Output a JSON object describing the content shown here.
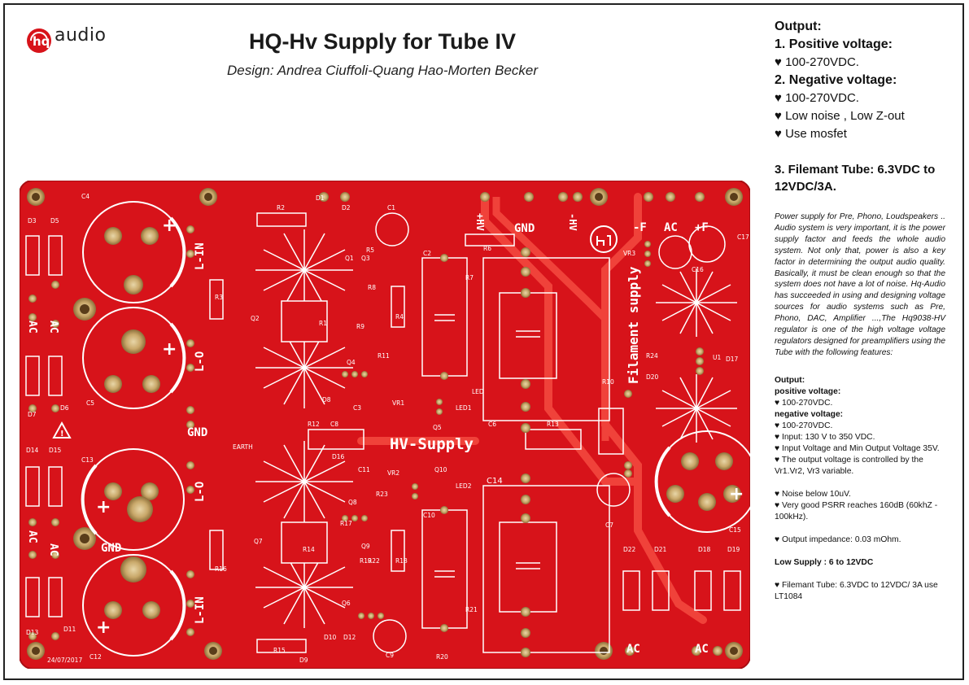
{
  "header": {
    "logo_text": "audio",
    "logo_mark": "hq",
    "title": "HQ-Hv Supply for Tube IV",
    "subtitle": "Design: Andrea Ciuffoli-Quang Hao-Morten Becker"
  },
  "sidebar": {
    "output_heading": "Output:",
    "pos_heading": "1. Positive voltage:",
    "pos_value": "♥  100-270VDC.",
    "neg_heading": "2. Negative voltage:",
    "neg_value": "♥  100-270VDC.",
    "noise": "♥   Low noise , Low Z-out",
    "mosfet": "♥   Use mosfet",
    "filament": "3. Filemant Tube: 6.3VDC to 12VDC/3A.",
    "description": "Power supply for Pre, Phono, Loudspeakers .. Audio system is very important, it is the power supply factor and feeds the whole audio system. Not only that, power is also a key factor in determining the output audio quality. Basically, it must be clean enough so that the system does not have a lot of noise. Hq-Audio has succeeded in using and designing voltage sources for audio systems such as Pre, Phono, DAC, Amplifier ...,The Hq9038-HV regulator is one of the high voltage voltage regulators designed for preamplifiers using the Tube with the following features:",
    "spec_output": "Output:",
    "spec_pos": "positive voltage:",
    "spec_pos_val": "♥  100-270VDC.",
    "spec_neg": "negative voltage:",
    "spec_neg_val": "♥  100-270VDC.",
    "spec_input": "♥  Input: 130 V to 350 VDC.",
    "spec_min": "♥  Input Voltage and Min Output Voltage 35V.",
    "spec_ctrl": "♥  The output voltage is controlled by the Vr1.Vr2, Vr3 variable.",
    "spec_noise": "♥  Noise below 10uV.",
    "spec_psrr": "♥  Very good PSRR reaches 160dB (60khZ - 100kHz).",
    "spec_imp": "♥  Output impedance: 0.03 mOhm.",
    "low_supply": "Low Supply : 6 to 12VDC",
    "spec_fil": "♥  Filemant Tube: 6.3VDC to 12VDC/ 3A use LT1084"
  },
  "board": {
    "silk_color": "#ffffff",
    "pcb_color": "#d7131a",
    "pad_color": "#c9a86a",
    "labels": {
      "hv_supply": "HV-Supply",
      "filament_supply": "Filament supply",
      "gnd_top": "GND",
      "gnd_left": "GND",
      "gnd_mid": "GND",
      "earth": "EARTH",
      "ac_l1": "AC",
      "ac_l2": "AC",
      "ac_l3": "AC",
      "ac_l4": "AC",
      "ac_top": "AC",
      "ac_b1": "AC",
      "ac_b2": "AC",
      "l_in_top": "L-IN",
      "l_o_top": "L-O",
      "l_o_bot": "L-O",
      "l_in_bot": "L-IN",
      "plus_hv": "+HV",
      "minus_hv": "-HV",
      "minus_f": "-F",
      "plus_f": "+F",
      "date": "24/07/2017",
      "c4": "C4",
      "c5": "C5",
      "c13": "C13",
      "c12": "C12",
      "c1": "C1",
      "c2": "C2",
      "c3": "C3",
      "c6": "C6",
      "c7": "C7",
      "c8": "C8",
      "c9": "C9",
      "c10": "C10",
      "c11": "C11",
      "c14": "C14",
      "c15": "C15",
      "c16": "C16",
      "c17": "C17",
      "r1": "R1",
      "r2": "R2",
      "r3": "R3",
      "r4": "R4",
      "r5": "R5",
      "r6": "R6",
      "r7": "R7",
      "r8": "R8",
      "r9": "R9",
      "r10": "R10",
      "r11": "R11",
      "r12": "R12",
      "r13": "R13",
      "r14": "R14",
      "r15": "R15",
      "r16": "R16",
      "r17": "R17",
      "r18": "R18",
      "r19": "R19",
      "r20": "R20",
      "r21": "R21",
      "r22": "R22",
      "r23": "R23",
      "r24": "R24",
      "q1": "Q1",
      "q2": "Q2",
      "q3": "Q3",
      "q4": "Q4",
      "q5": "Q5",
      "q6": "Q6",
      "q7": "Q7",
      "q8": "Q8",
      "q9": "Q9",
      "q10": "Q10",
      "d1": "D1",
      "d2": "D2",
      "d3": "D3",
      "d5": "D5",
      "d6": "D6",
      "d7": "D7",
      "d8": "D8",
      "d9": "D9",
      "d10": "D10",
      "d11": "D11",
      "d12": "D12",
      "d13": "D13",
      "d14": "D14",
      "d15": "D15",
      "d16": "D16",
      "d17": "D17",
      "d18": "D18",
      "d19": "D19",
      "d20": "D20",
      "d21": "D21",
      "d22": "D22",
      "vr1": "VR1",
      "vr2": "VR2",
      "vr3": "VR3",
      "led1": "LED1",
      "led2": "LED2",
      "led": "LED",
      "u1": "U1"
    }
  }
}
